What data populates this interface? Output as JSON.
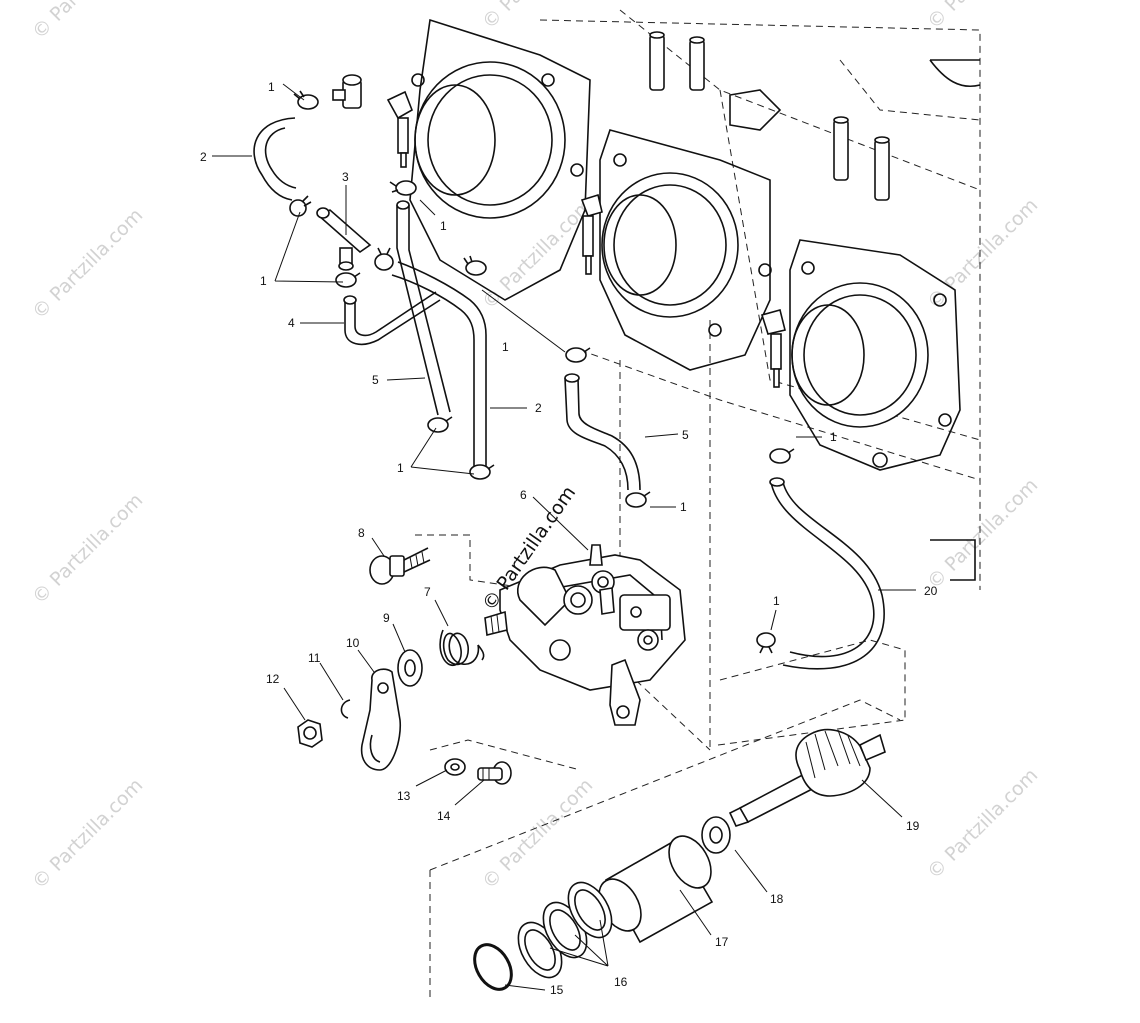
{
  "watermark": {
    "text": "© Partzilla.com",
    "color": "#d2d2d2"
  },
  "stamp": {
    "text": "© Partzilla.com"
  },
  "callouts": [
    {
      "id": "c1a",
      "text": "1"
    },
    {
      "id": "c2a",
      "text": "2"
    },
    {
      "id": "c3",
      "text": "3"
    },
    {
      "id": "c1b",
      "text": "1"
    },
    {
      "id": "c1c",
      "text": "1"
    },
    {
      "id": "c4",
      "text": "4"
    },
    {
      "id": "c1d",
      "text": "1"
    },
    {
      "id": "c5a",
      "text": "5"
    },
    {
      "id": "c2b",
      "text": "2"
    },
    {
      "id": "c1e",
      "text": "1"
    },
    {
      "id": "c5b",
      "text": "5"
    },
    {
      "id": "c1f",
      "text": "1"
    },
    {
      "id": "c1g",
      "text": "1"
    },
    {
      "id": "c6",
      "text": "6"
    },
    {
      "id": "c8",
      "text": "8"
    },
    {
      "id": "c7",
      "text": "7"
    },
    {
      "id": "c9",
      "text": "9"
    },
    {
      "id": "c10",
      "text": "10"
    },
    {
      "id": "c11",
      "text": "11"
    },
    {
      "id": "c12",
      "text": "12"
    },
    {
      "id": "c1h",
      "text": "1"
    },
    {
      "id": "c20",
      "text": "20"
    },
    {
      "id": "c13",
      "text": "13"
    },
    {
      "id": "c14",
      "text": "14"
    },
    {
      "id": "c19",
      "text": "19"
    },
    {
      "id": "c18",
      "text": "18"
    },
    {
      "id": "c17",
      "text": "17"
    },
    {
      "id": "c16",
      "text": "16"
    },
    {
      "id": "c15",
      "text": "15"
    }
  ]
}
